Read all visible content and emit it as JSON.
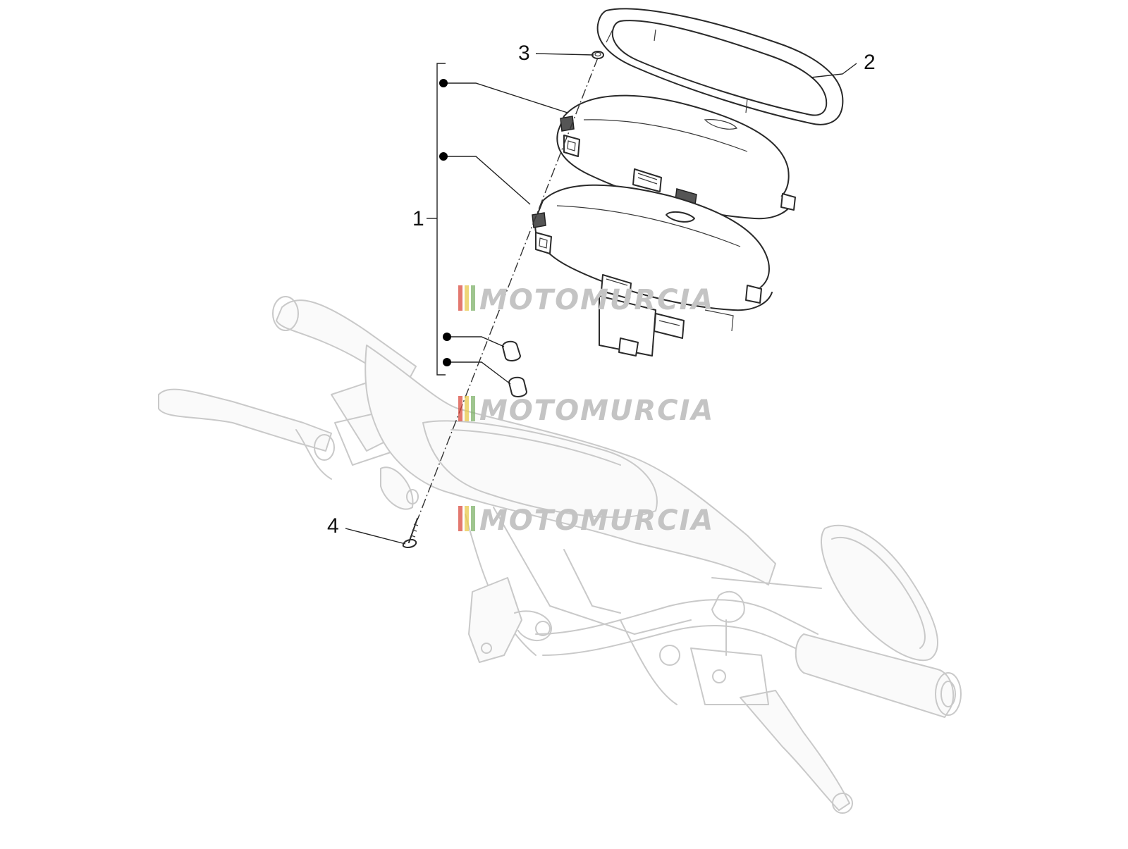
{
  "diagram": {
    "callouts": {
      "c1": "1",
      "c2": "2",
      "c3": "3",
      "c4": "4"
    },
    "watermark": {
      "text": "MOTOMURCIA",
      "text_color": "#c4c4c4",
      "stripe_colors": [
        "#d94b3f",
        "#e8c84b",
        "#7fb26a"
      ]
    }
  }
}
